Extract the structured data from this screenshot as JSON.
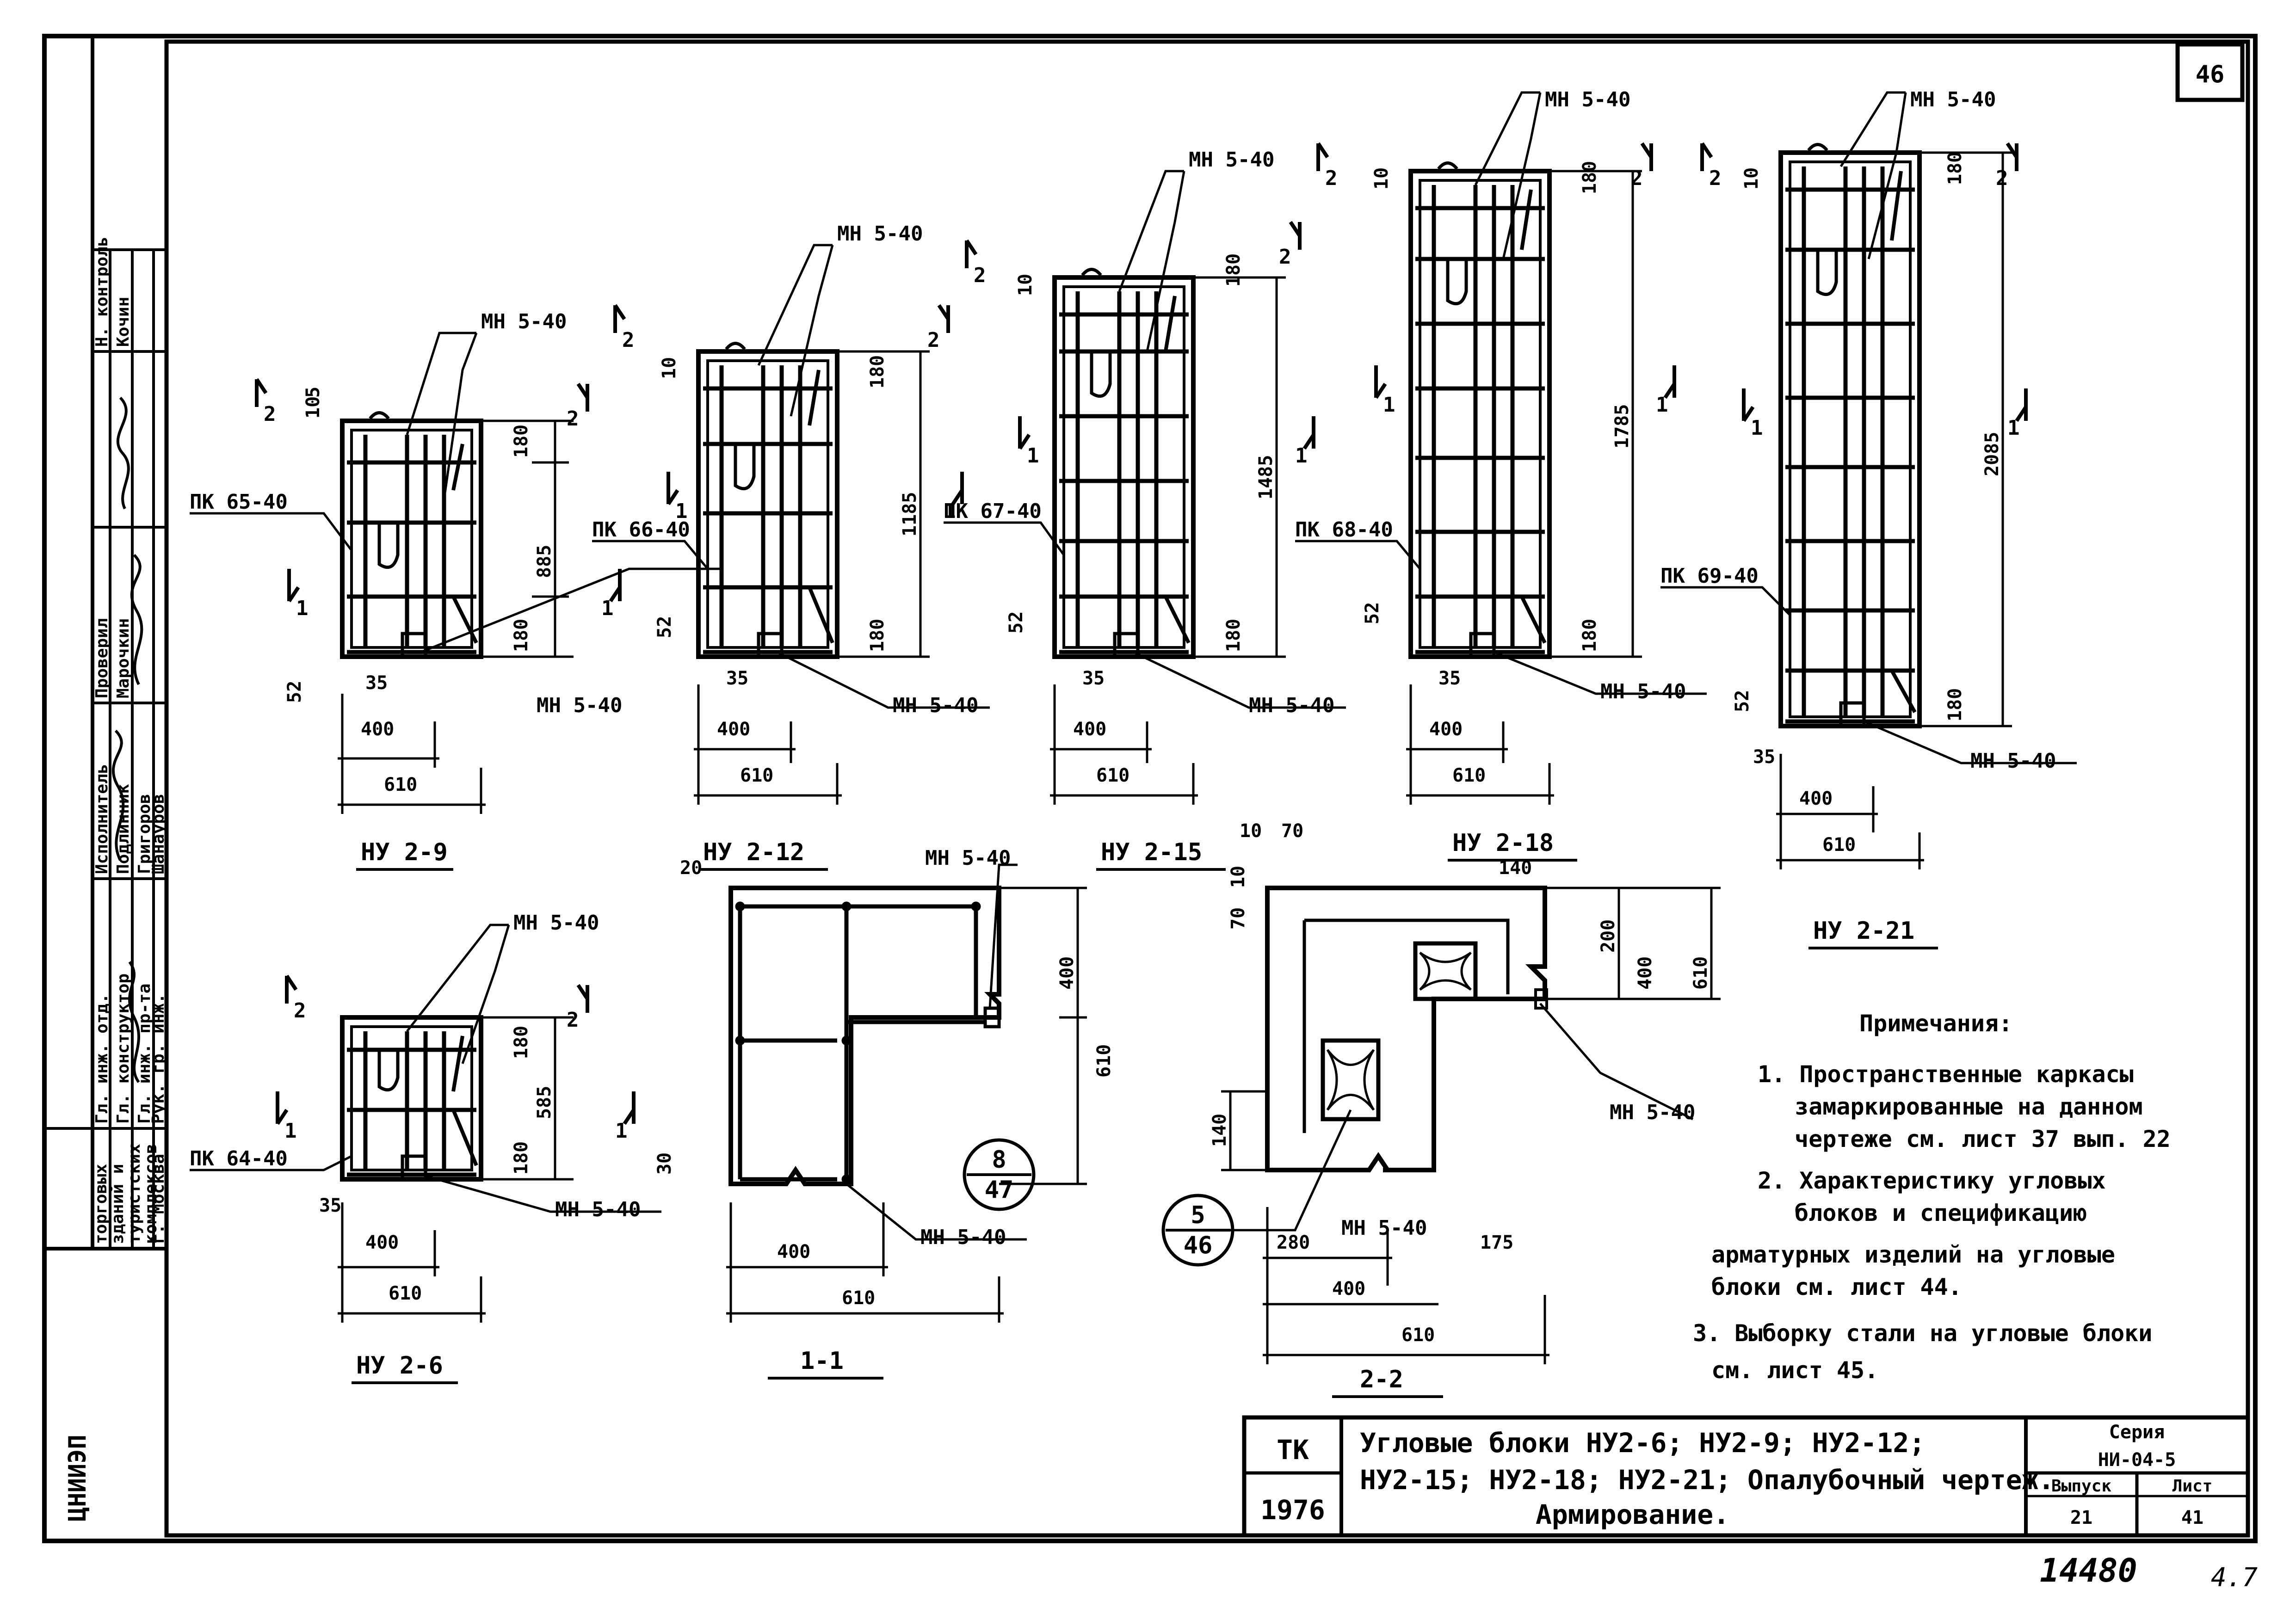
{
  "sheet_number": "46",
  "handwritten_total": "14480",
  "handwritten_side": "4.7",
  "marks": {
    "mh": "МН 5-40",
    "pk65": "ПК 65-40",
    "pk66": "ПК 66-40",
    "pk67": "ПК 67-40",
    "pk68": "ПК 68-40",
    "pk69": "ПК 69-40",
    "pk64": "ПК 64-40"
  },
  "section_marks": {
    "s1": "1",
    "s2": "2"
  },
  "dims": {
    "d10": "10",
    "d5": "5",
    "d35": "35",
    "d52": "52",
    "d180": "180",
    "d400": "400",
    "d610": "610",
    "h885": "885",
    "h1185": "1185",
    "h1485": "1485",
    "h1785": "1785",
    "h2085": "2085",
    "h585": "585",
    "d20": "20",
    "d70": "70",
    "d140": "140",
    "d200": "200",
    "d280": "280",
    "d175": "175",
    "d30": "30"
  },
  "captions": {
    "nu9": "НУ 2-9",
    "nu12": "НУ 2-12",
    "nu15": "НУ 2-15",
    "nu18": "НУ 2-18",
    "nu21": "НУ 2-21",
    "nu6": "НУ 2-6",
    "sec11": "1-1",
    "sec22": "2-2"
  },
  "callouts": {
    "c8": {
      "top": "8",
      "bottom": "47"
    },
    "c5": {
      "top": "5",
      "bottom": "46"
    }
  },
  "notes": {
    "title": "Примечания:",
    "n1_a": "1. Пространственные каркасы",
    "n1_b": "замаркированные на данном",
    "n1_c": "чертеже см. лист 37 вып. 22",
    "n2_a": "2. Характеристику угловых",
    "n2_b": "блоков и спецификацию",
    "n2_c": "арматурных изделий на угловые",
    "n2_d": "блоки см. лист 44.",
    "n3_a": "3. Выборку стали на угловые блоки",
    "n3_b": "см. лист 45."
  },
  "title_block": {
    "tk": "ТК",
    "year": "1976",
    "title_line1": "Угловые блоки НУ2-6; НУ2-9; НУ2-12;",
    "title_line2": "НУ2-15; НУ2-18; НУ2-21; Опалубочный чертеж.",
    "title_line3": "Армирование.",
    "series_label": "Серия",
    "series_value": "НИ-04-5",
    "issue_label": "Выпуск",
    "issue_value": "21",
    "sheet_label": "Лист",
    "sheet_value": "41"
  },
  "stamp": {
    "org": "ЦНИИЭП",
    "org_sub": [
      "торговых",
      "зданий и",
      "туристских",
      "комплексов",
      "г. Москва"
    ],
    "roles": [
      "Гл. инж. отд.",
      "Гл. конструктор",
      "Гл. инж. пр-та",
      "Рук. гр. инж."
    ],
    "columns": [
      "Исполнитель",
      "Проверил",
      "Н. контроль"
    ],
    "names": [
      "Подлинник",
      "Марочкин",
      "Григоров",
      "Шанауров",
      "Кочин"
    ]
  }
}
